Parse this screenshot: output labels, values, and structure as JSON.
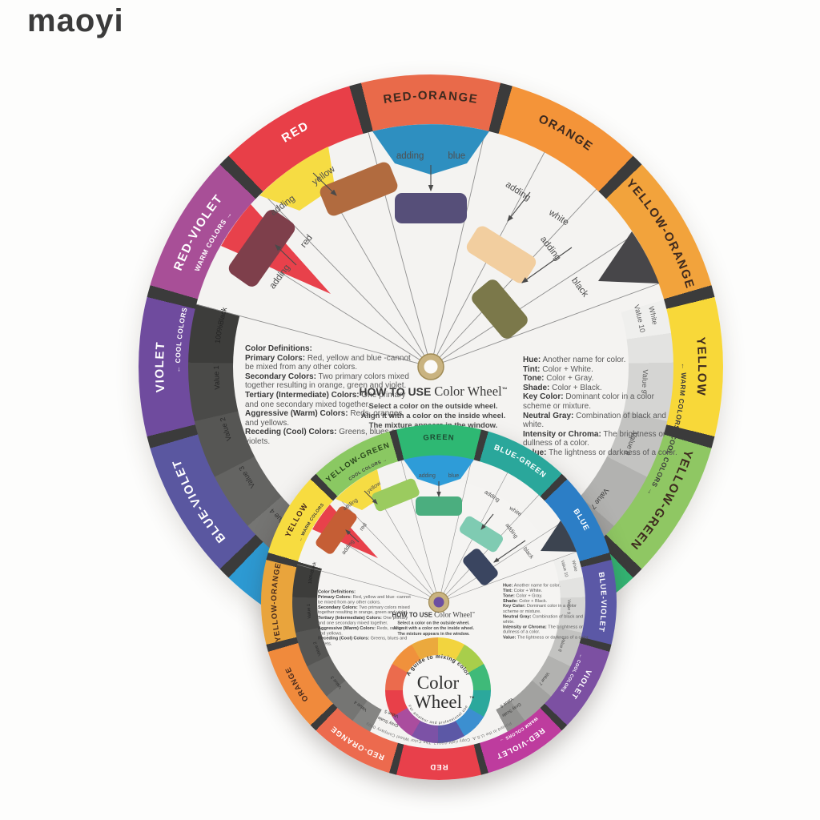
{
  "watermark": "maoyi",
  "colors": {
    "background": "#fdfdfc",
    "paper_face": "#F4F3F1",
    "watermark_text": "#3b3b3b",
    "rim_large": {
      "red_orange": "#E96A4A",
      "orange": "#F49439",
      "yellow_orange": "#F2A33C",
      "yellow": "#F8D839",
      "yellow_green": "#8FC763",
      "green": "#33B573",
      "blue_green": "#2BA39B",
      "blue": "#2D9AD3",
      "blue_violet": "#5A57A0",
      "violet": "#6F4B9E",
      "red_violet": "#A84F97",
      "red": "#E83F48"
    },
    "rim_small": {
      "green": "#2EB873",
      "blue_green": "#2AA79B",
      "blue": "#2C7EC6",
      "blue_violet": "#5B58A6",
      "violet": "#7C50A2",
      "red_violet": "#BE3C9E",
      "red": "#E8404B",
      "red_orange": "#EC6A4E",
      "orange": "#F08A3C",
      "yellow_orange": "#E9A43C",
      "yellow": "#F7DC40",
      "yellow_green": "#8AC862"
    },
    "grommet_brass": "#C9B380"
  },
  "large_wheel": {
    "rim": [
      {
        "label": "RED-ORANGE"
      },
      {
        "label": "ORANGE"
      },
      {
        "label": "YELLOW-ORANGE"
      },
      {
        "label": "YELLOW"
      },
      {
        "label": "YELLOW-GREEN"
      },
      {
        "label": "RED"
      },
      {
        "label": "RED-VIOLET"
      },
      {
        "label": "VIOLET"
      },
      {
        "label": "BLUE-VIOLET"
      }
    ]
  },
  "small_wheel": {
    "rim": [
      {
        "label": "GREEN"
      },
      {
        "label": "BLUE-GREEN"
      },
      {
        "label": "BLUE"
      },
      {
        "label": "BLUE-VIOLET"
      },
      {
        "label": "VIOLET"
      },
      {
        "label": "RED-VIOLET"
      },
      {
        "label": "RED"
      },
      {
        "label": "RED-ORANGE"
      },
      {
        "label": "ORANGE"
      },
      {
        "label": "YELLOW-ORANGE"
      },
      {
        "label": "YELLOW"
      },
      {
        "label": "YELLOW-GREEN"
      }
    ]
  },
  "sublabels": {
    "warm_right": "← WARM COLORS",
    "cool_right": "COOL COLORS →",
    "warm_left": "WARM COLORS →",
    "cool_left": "← COOL COLORS"
  },
  "value_scale": {
    "white": "White",
    "v10": "Value 10",
    "v9": "Value 9",
    "v8": "Value 8",
    "v7": "Value 7",
    "v6": "Value 6",
    "v5": "Value 5",
    "v4": "Value 4",
    "v3": "Value 3",
    "v2": "Value 2",
    "v1": "Value 1",
    "black": "100%Black",
    "gray_scale": "Gray Scale"
  },
  "adding_labels": [
    {
      "w1": "adding",
      "w2": "yellow"
    },
    {
      "w1": "adding",
      "w2": "blue"
    },
    {
      "w1": "adding",
      "w2": "white"
    },
    {
      "w1": "adding",
      "w2": "black"
    },
    {
      "w1": "adding",
      "w2": "red"
    }
  ],
  "swatches": {
    "large": [
      {
        "name": "mix-red-yellow",
        "color": "#B16B3F"
      },
      {
        "name": "mix-red-blue",
        "color": "#564F79"
      },
      {
        "name": "mix-red-white",
        "color": "#F2CE9F"
      },
      {
        "name": "mix-red-black",
        "color": "#7B784A"
      },
      {
        "name": "mix-adding-red",
        "color": "#7E3F4B"
      },
      {
        "name": "wedge-yellow",
        "color": "#F6DC43"
      },
      {
        "name": "wedge-blue",
        "color": "#2E8FC0"
      },
      {
        "name": "wedge-black",
        "color": "#474649"
      },
      {
        "name": "wedge-red",
        "color": "#E8414B"
      }
    ],
    "small": [
      {
        "name": "mix-green-yellow",
        "color": "#9BCB5F"
      },
      {
        "name": "mix-green-blue",
        "color": "#4BAE7F"
      },
      {
        "name": "mix-green-white",
        "color": "#7FCBB2"
      },
      {
        "name": "mix-green-black",
        "color": "#3A4560"
      },
      {
        "name": "mix-adding-red",
        "color": "#C55E35"
      },
      {
        "name": "wedge-yellow",
        "color": "#F6DC43"
      },
      {
        "name": "wedge-blue",
        "color": "#2E9CD8"
      },
      {
        "name": "wedge-black",
        "color": "#3C4450"
      },
      {
        "name": "wedge-red",
        "color": "#E8414B"
      }
    ]
  },
  "definitions": {
    "heading": "Color Definitions:",
    "items": [
      {
        "term": "Primary Colors:",
        "text": "Red, yellow and blue -cannot be mixed from any other colors."
      },
      {
        "term": "Secondary Colors:",
        "text": "Two primary colors mixed together resulting in orange, green and violet."
      },
      {
        "term": "Tertiary (Intermediate) Colors:",
        "text": "One primary and one secondary mixed together."
      },
      {
        "term": "Aggressive (Warm) Colors:",
        "text": "Reds, oranges and yellows."
      },
      {
        "term": "Receding (Cool) Colors:",
        "text": "Greens, blues and violets."
      }
    ]
  },
  "glossary": {
    "items": [
      {
        "term": "Hue:",
        "text": "Another name for color."
      },
      {
        "term": "Tint:",
        "text": "Color + White."
      },
      {
        "term": "Tone:",
        "text": "Color + Gray."
      },
      {
        "term": "Shade:",
        "text": "Color + Black."
      },
      {
        "term": "Key Color:",
        "text": "Dominant color in a color scheme or mixture."
      },
      {
        "term": "Neutral Gray:",
        "text": "Combination of black and white."
      },
      {
        "term": "Intensity or Chroma:",
        "text": "The brightness or dullness of a color."
      },
      {
        "term": "Value:",
        "text": "The lightness or darkness of a color."
      }
    ]
  },
  "how_to_use": {
    "prefix": "HOW TO USE",
    "brand": "Color Wheel",
    "tm": "™",
    "lines": [
      "Select a color on the outside wheel.",
      "Align it with a color on the inside wheel.",
      "The mixture appears in the window."
    ]
  },
  "logo": {
    "arc_top": "A guide to mixing color",
    "name_line1": "Color",
    "name_line2": "Wheel",
    "tm": "™",
    "arc_bottom": "For amateur and professional use"
  },
  "fine_print": "Printed in the U.S.A.   Copy right ©2017, The Color Wheel Company   0909"
}
